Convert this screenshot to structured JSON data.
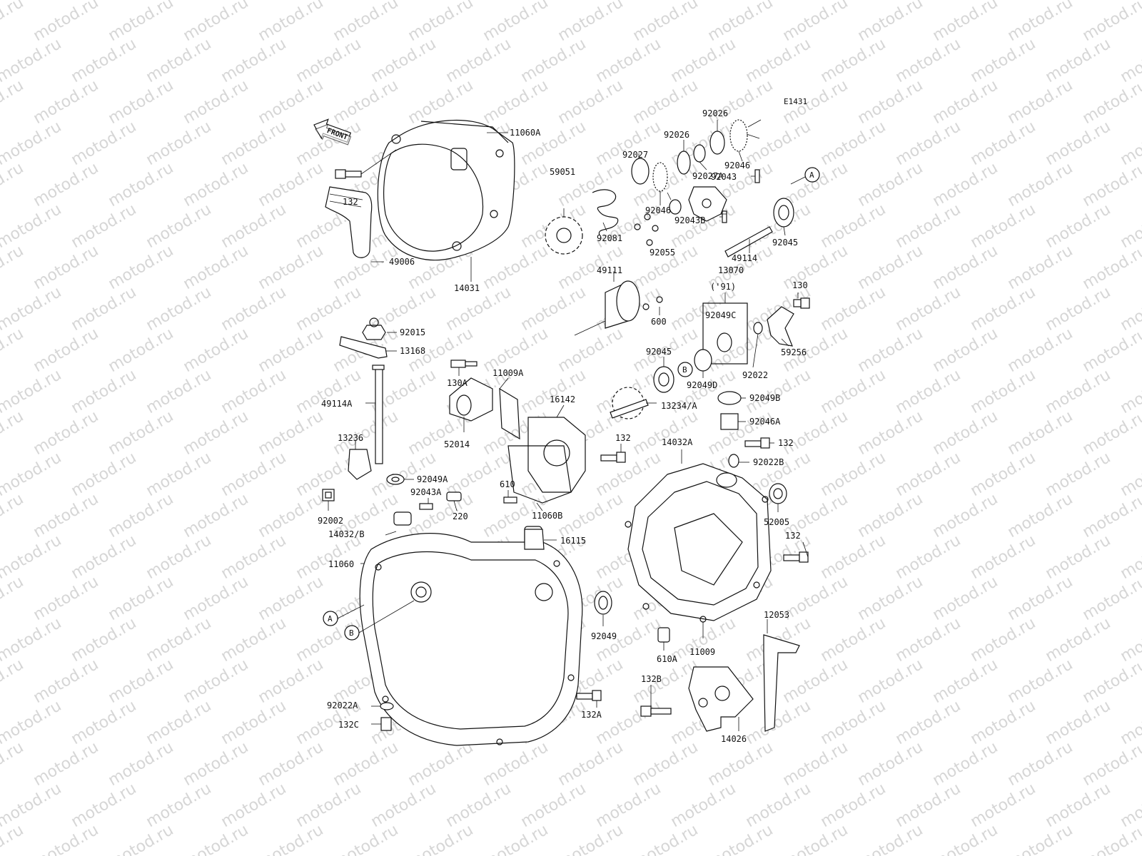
{
  "diagram_code": "E1431",
  "front_label": "FRONT",
  "watermark": "motod.ru",
  "year_note": "('91)",
  "callout_a": "A",
  "callout_b": "B",
  "labels": {
    "p11060A": "11060A",
    "p132_top": "132",
    "p49006": "49006",
    "p14031": "14031",
    "p92015": "92015",
    "p13168": "13168",
    "p49114A": "49114A",
    "p13236": "13236",
    "p92049A": "92049A",
    "p92043A": "92043A",
    "p220": "220",
    "p92002": "92002",
    "p14032B": "14032/B",
    "p11060": "11060",
    "p16115": "16115",
    "p92049": "92049",
    "p92022A": "92022A",
    "p132C": "132C",
    "p132A": "132A",
    "p130A": "130A",
    "p11009A": "11009A",
    "p16142": "16142",
    "p52014": "52014",
    "p610": "610",
    "p11060B": "11060B",
    "p132_mid": "132",
    "p59051": "59051",
    "p92081": "92081",
    "p92027": "92027",
    "p92046_a": "92046",
    "p92026_a": "92026",
    "p92026_b": "92026",
    "p92027A": "92027A",
    "p92046_b": "92046",
    "p92043": "92043",
    "p92043B": "92043B",
    "p92045_a": "92045",
    "p49114": "49114",
    "p92055": "92055",
    "p13070": "13070",
    "p49111": "49111",
    "p600": "600",
    "p130": "130",
    "p92049C": "92049C",
    "p59256": "59256",
    "p92022": "92022",
    "p92045_b": "92045",
    "p92049D": "92049D",
    "p13234A": "13234/A",
    "p92049B": "92049B",
    "p92046A": "92046A",
    "p14032A": "14032A",
    "p132_r1": "132",
    "p92022B": "92022B",
    "p52005": "52005",
    "p132_r2": "132",
    "p11009": "11009",
    "p610A": "610A",
    "p12053": "12053",
    "p132B": "132B",
    "p14026": "14026"
  }
}
